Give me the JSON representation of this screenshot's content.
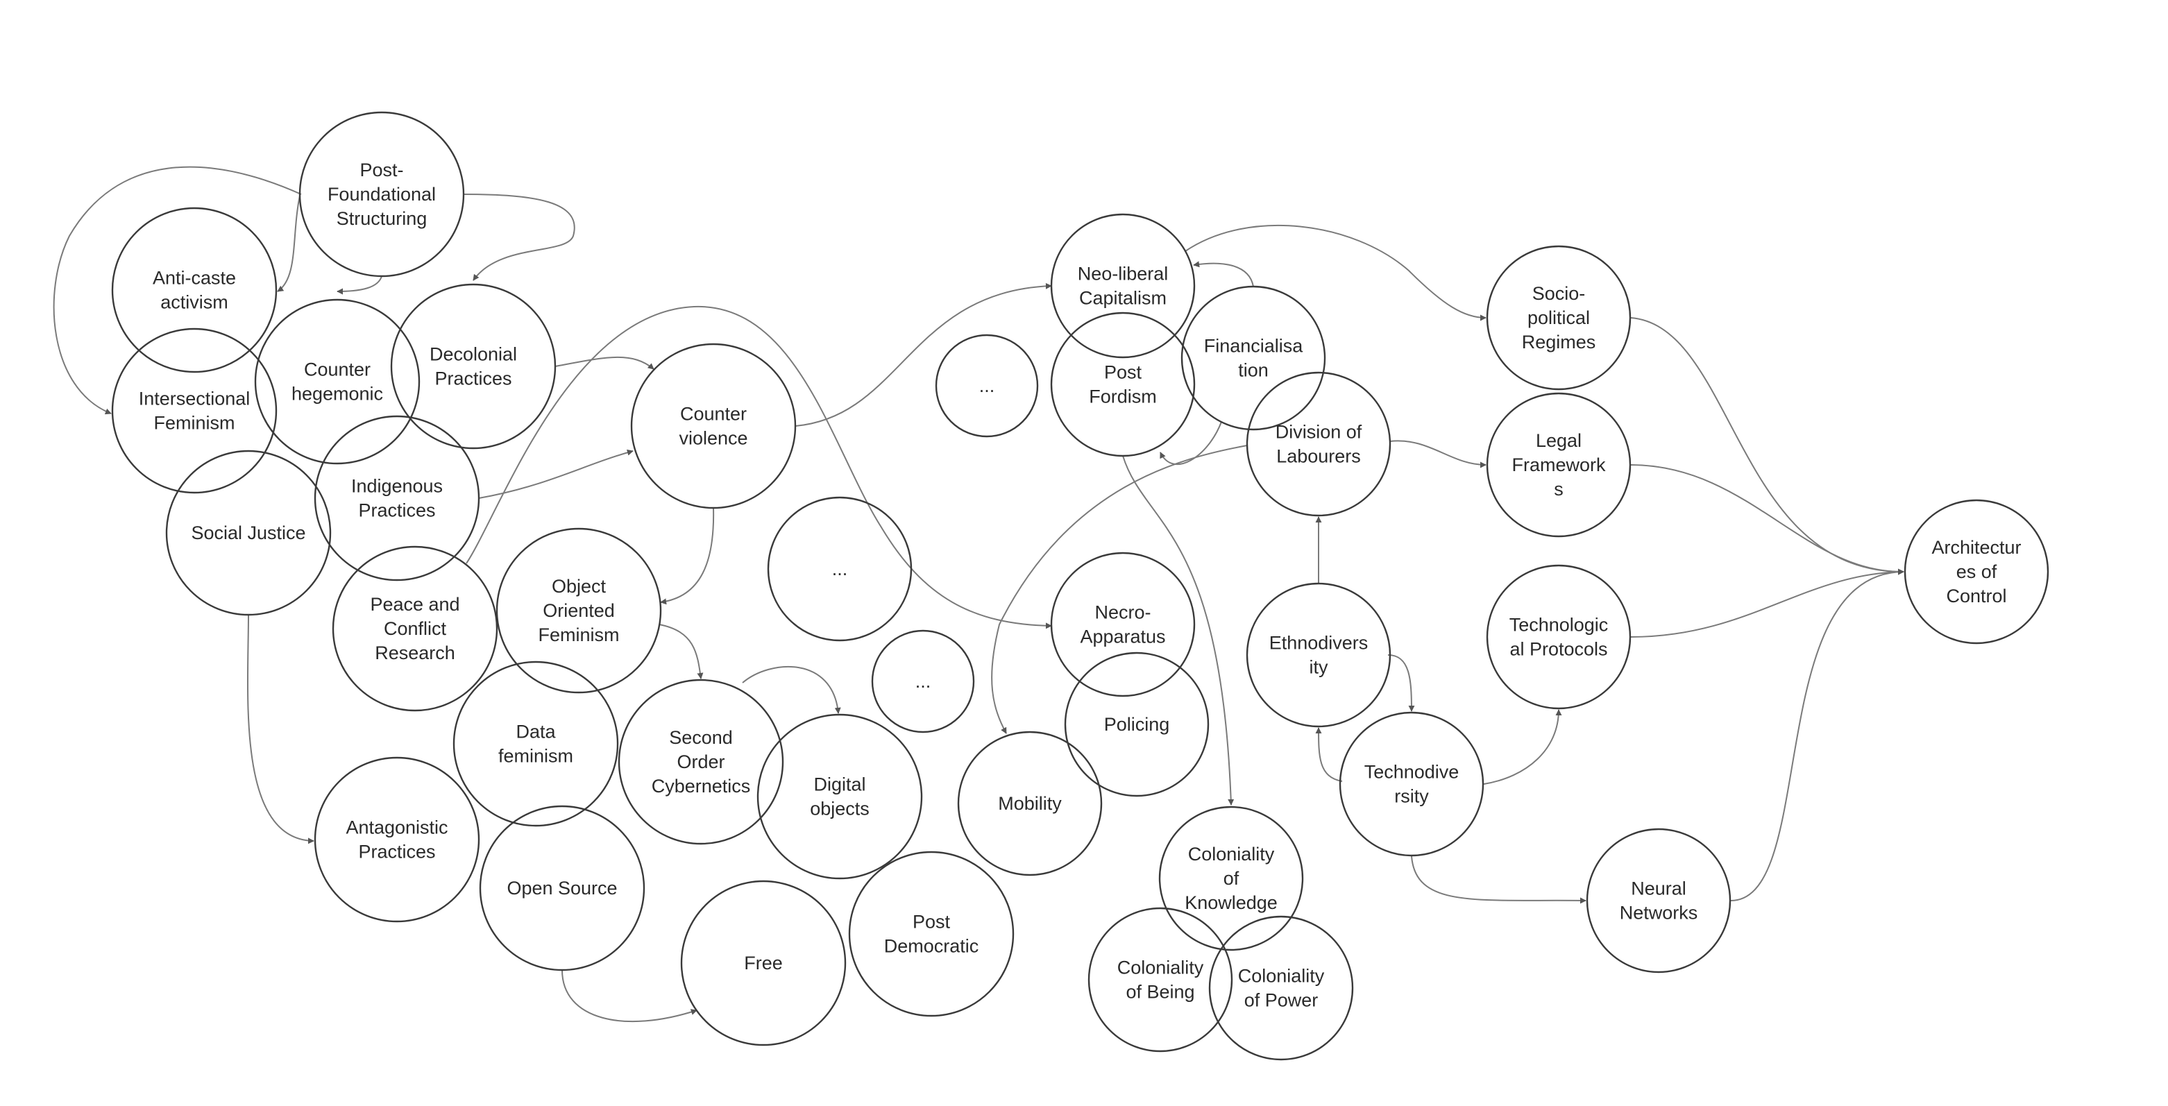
{
  "nodes": [
    {
      "id": "post-foundational",
      "lines": [
        "Post-",
        "Foundational",
        "Structuring"
      ]
    },
    {
      "id": "anti-caste",
      "lines": [
        "Anti-caste",
        "activism"
      ]
    },
    {
      "id": "counter-hegemonic",
      "lines": [
        "Counter",
        "hegemonic"
      ]
    },
    {
      "id": "decolonial",
      "lines": [
        "Decolonial",
        "Practices"
      ]
    },
    {
      "id": "intersectional",
      "lines": [
        "Intersectional",
        "Feminism"
      ]
    },
    {
      "id": "indigenous",
      "lines": [
        "Indigenous",
        "Practices"
      ]
    },
    {
      "id": "social-justice",
      "lines": [
        "Social Justice"
      ]
    },
    {
      "id": "peace-conflict",
      "lines": [
        "Peace and",
        "Conflict",
        "Research"
      ]
    },
    {
      "id": "counter-violence",
      "lines": [
        "Counter",
        "violence"
      ]
    },
    {
      "id": "object-oriented",
      "lines": [
        "Object",
        "Oriented",
        "Feminism"
      ]
    },
    {
      "id": "data-feminism",
      "lines": [
        "Data",
        "feminism"
      ]
    },
    {
      "id": "second-order",
      "lines": [
        "Second",
        "Order",
        "Cybernetics"
      ]
    },
    {
      "id": "digital-objects",
      "lines": [
        "Digital",
        "objects"
      ]
    },
    {
      "id": "antagonistic",
      "lines": [
        "Antagonistic",
        "Practices"
      ]
    },
    {
      "id": "open-source",
      "lines": [
        "Open Source"
      ]
    },
    {
      "id": "free",
      "lines": [
        "Free"
      ]
    },
    {
      "id": "post-democratic",
      "lines": [
        "Post",
        "Democratic"
      ]
    },
    {
      "id": "ellipsis-1",
      "lines": [
        "..."
      ]
    },
    {
      "id": "ellipsis-2",
      "lines": [
        "..."
      ]
    },
    {
      "id": "ellipsis-3",
      "lines": [
        "..."
      ]
    },
    {
      "id": "neo-liberal",
      "lines": [
        "Neo-liberal",
        "Capitalism"
      ]
    },
    {
      "id": "post-fordism",
      "lines": [
        "Post",
        "Fordism"
      ]
    },
    {
      "id": "financialisation",
      "lines": [
        "Financialisa",
        "tion"
      ]
    },
    {
      "id": "division-labourers",
      "lines": [
        "Division of",
        "Labourers"
      ]
    },
    {
      "id": "necro-apparatus",
      "lines": [
        "Necro-",
        "Apparatus"
      ]
    },
    {
      "id": "policing",
      "lines": [
        "Policing"
      ]
    },
    {
      "id": "mobility",
      "lines": [
        "Mobility"
      ]
    },
    {
      "id": "coloniality-knowledge",
      "lines": [
        "Coloniality",
        "of",
        "Knowledge"
      ]
    },
    {
      "id": "coloniality-being",
      "lines": [
        "Coloniality",
        "of Being"
      ]
    },
    {
      "id": "coloniality-power",
      "lines": [
        "Coloniality",
        "of Power"
      ]
    },
    {
      "id": "ethnodiversity",
      "lines": [
        "Ethnodivers",
        "ity"
      ]
    },
    {
      "id": "technodiversity",
      "lines": [
        "Technodive",
        "rsity"
      ]
    },
    {
      "id": "socio-political",
      "lines": [
        "Socio-",
        "political",
        "Regimes"
      ]
    },
    {
      "id": "legal-frameworks",
      "lines": [
        "Legal",
        "Framework",
        "s"
      ]
    },
    {
      "id": "technological-protocols",
      "lines": [
        "Technologic",
        "al Protocols"
      ]
    },
    {
      "id": "neural-networks",
      "lines": [
        "Neural",
        "Networks"
      ]
    },
    {
      "id": "architectures-control",
      "lines": [
        "Architectur",
        "es of",
        "Control"
      ]
    }
  ],
  "edges": [
    {
      "from": "post-foundational",
      "to": "intersectional"
    },
    {
      "from": "post-foundational",
      "to": "anti-caste"
    },
    {
      "from": "post-foundational",
      "to": "counter-hegemonic"
    },
    {
      "from": "post-foundational",
      "to": "decolonial"
    },
    {
      "from": "decolonial",
      "to": "counter-violence"
    },
    {
      "from": "indigenous",
      "to": "counter-violence"
    },
    {
      "from": "peace-conflict",
      "to": "necro-apparatus"
    },
    {
      "from": "counter-violence",
      "to": "object-oriented"
    },
    {
      "from": "counter-violence",
      "to": "neo-liberal"
    },
    {
      "from": "object-oriented",
      "to": "second-order"
    },
    {
      "from": "second-order",
      "to": "digital-objects"
    },
    {
      "from": "social-justice",
      "to": "antagonistic"
    },
    {
      "from": "open-source",
      "to": "free"
    },
    {
      "from": "neo-liberal",
      "to": "socio-political"
    },
    {
      "from": "financialisation",
      "to": "neo-liberal"
    },
    {
      "from": "financialisation",
      "to": "post-fordism"
    },
    {
      "from": "post-fordism",
      "to": "coloniality-knowledge"
    },
    {
      "from": "division-labourers",
      "to": "mobility"
    },
    {
      "from": "division-labourers",
      "to": "legal-frameworks"
    },
    {
      "from": "ethnodiversity",
      "to": "division-labourers"
    },
    {
      "from": "ethnodiversity",
      "to": "technodiversity"
    },
    {
      "from": "technodiversity",
      "to": "ethnodiversity"
    },
    {
      "from": "technodiversity",
      "to": "technological-protocols"
    },
    {
      "from": "technodiversity",
      "to": "neural-networks"
    },
    {
      "from": "socio-political",
      "to": "architectures-control"
    },
    {
      "from": "legal-frameworks",
      "to": "architectures-control"
    },
    {
      "from": "technological-protocols",
      "to": "architectures-control"
    },
    {
      "from": "neural-networks",
      "to": "architectures-control"
    }
  ]
}
